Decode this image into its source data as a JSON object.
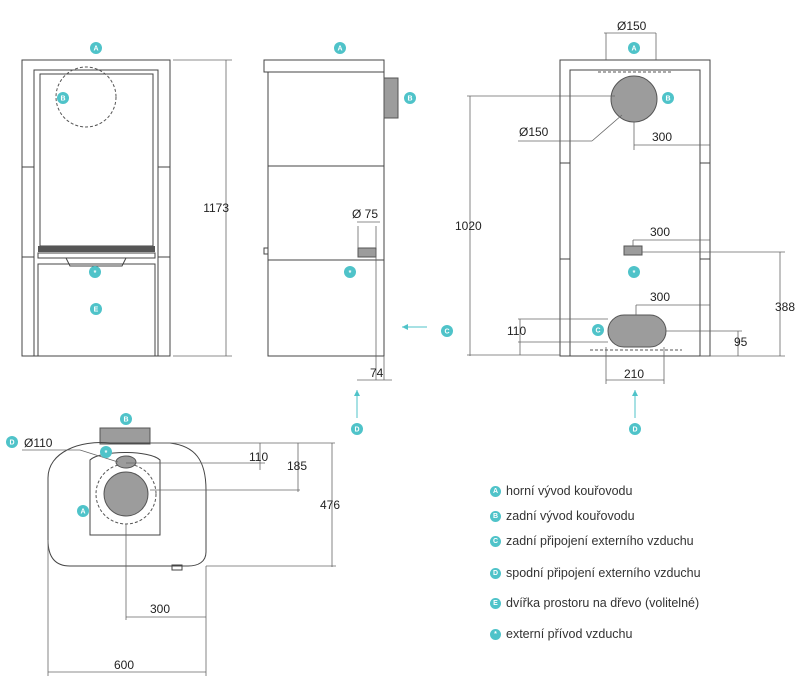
{
  "badges": {
    "a": "A",
    "b": "B",
    "c": "C",
    "d": "D",
    "e": "E",
    "star": "*"
  },
  "dims": {
    "h1173": "1173",
    "d75": "Ø 75",
    "w74": "74",
    "d150_top": "Ø150",
    "d150_side": "Ø150",
    "r300a": "300",
    "h1020": "1020",
    "r300b": "300",
    "r300c": "300",
    "h388": "388",
    "h110a": "110",
    "h95": "95",
    "w210": "210",
    "d110": "Ø110",
    "t110": "110",
    "t185": "185",
    "t476": "476",
    "t300": "300",
    "t600": "600"
  },
  "legend": [
    {
      "badge": "A",
      "text": "horní vývod kouřovodu"
    },
    {
      "badge": "B",
      "text": "zadní vývod kouřovodu"
    },
    {
      "badge": "C",
      "text": "zadní připojení externího vzduchu"
    },
    {
      "badge": "D",
      "text": "spodní připojení externího vzduchu"
    },
    {
      "badge": "E",
      "text": "dvířka prostoru na dřevo (volitelné)"
    },
    {
      "badge": "*",
      "text": "externí přívod vzduchu"
    }
  ],
  "colors": {
    "accent": "#4fc3c9",
    "line": "#444444",
    "fill": "#9c9c9c"
  }
}
